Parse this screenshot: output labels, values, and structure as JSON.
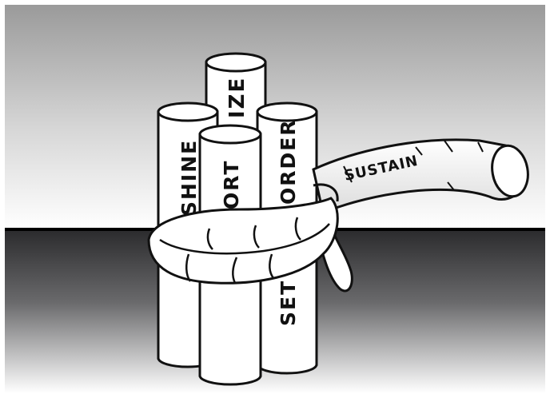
{
  "diagram": {
    "pillars": {
      "shine": "SHINE",
      "size": "IZE",
      "sort": "SORT",
      "set_in_order_top": "ORDER",
      "set_in_order_bottom": "SET"
    },
    "rope": "SUSTAIN"
  }
}
